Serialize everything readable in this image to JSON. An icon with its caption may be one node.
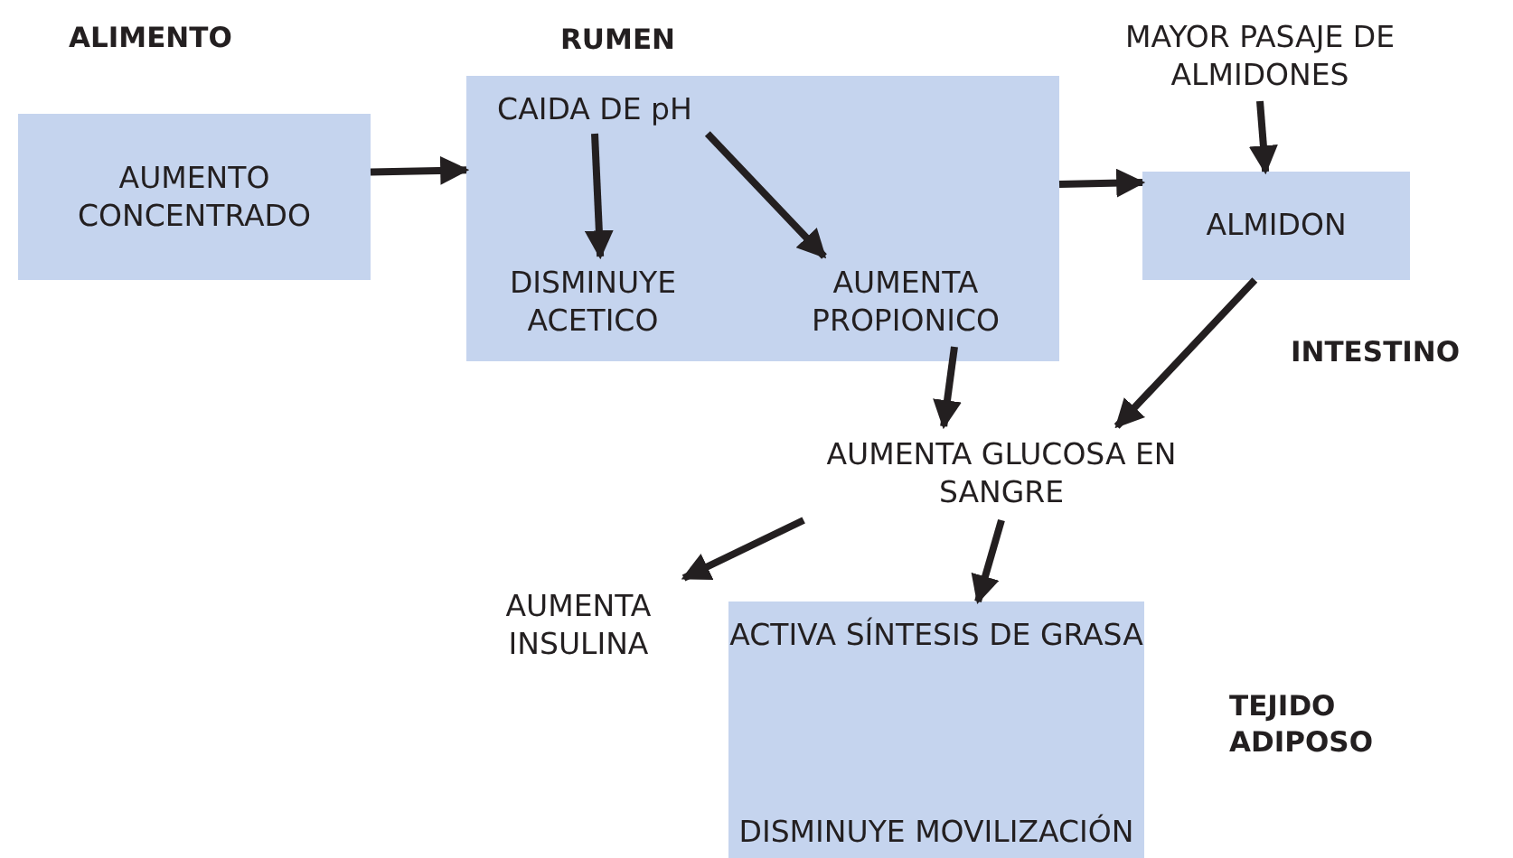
{
  "diagram": {
    "nodes": [
      {
        "text": [
          "ALIMENTO",
          "AUMENTO CONCENTRADO"
        ]
      },
      {
        "text": [
          "RUMEN"
        ]
      },
      {
        "text": [
          "CAIDA DE pH"
        ],
        "in": 1
      },
      {
        "text": [
          "DISMINUYE ACETICO"
        ],
        "in": 1
      },
      {
        "text": [
          "AUMENTA PROPIONICO"
        ],
        "in": 1
      },
      {
        "text": [
          "MAYOR PASAJE DE ALMIDONES"
        ]
      },
      {
        "text": [
          "ALMIDON"
        ],
        "beside": [
          "INTESTINO"
        ]
      },
      {
        "text": [
          "AUMENTA GLUCOSA EN SANGRE"
        ]
      },
      {
        "text": [
          "AUMENTA INSULINA"
        ]
      },
      {
        "text": [
          "ACTIVA SÍNTESIS DE GRASA",
          "DISMINUYE MOVILIZACIÓN"
        ],
        "beside": [
          "TEJIDO ADIPOSO"
        ]
      }
    ],
    "edges": [
      {
        "from": 0,
        "to": 1,
        "arrow": "to"
      },
      {
        "from": 2,
        "to": 3,
        "arrow": "to"
      },
      {
        "from": 2,
        "to": 4,
        "arrow": "to"
      },
      {
        "from": 1,
        "to": 6,
        "arrow": "to"
      },
      {
        "from": 5,
        "to": 6,
        "arrow": "to"
      },
      {
        "from": 4,
        "to": 7,
        "arrow": "to"
      },
      {
        "from": 6,
        "to": 7,
        "arrow": "to"
      },
      {
        "from": 7,
        "to": 8,
        "arrow": "to"
      },
      {
        "from": 7,
        "to": 9,
        "arrow": "to"
      }
    ]
  }
}
